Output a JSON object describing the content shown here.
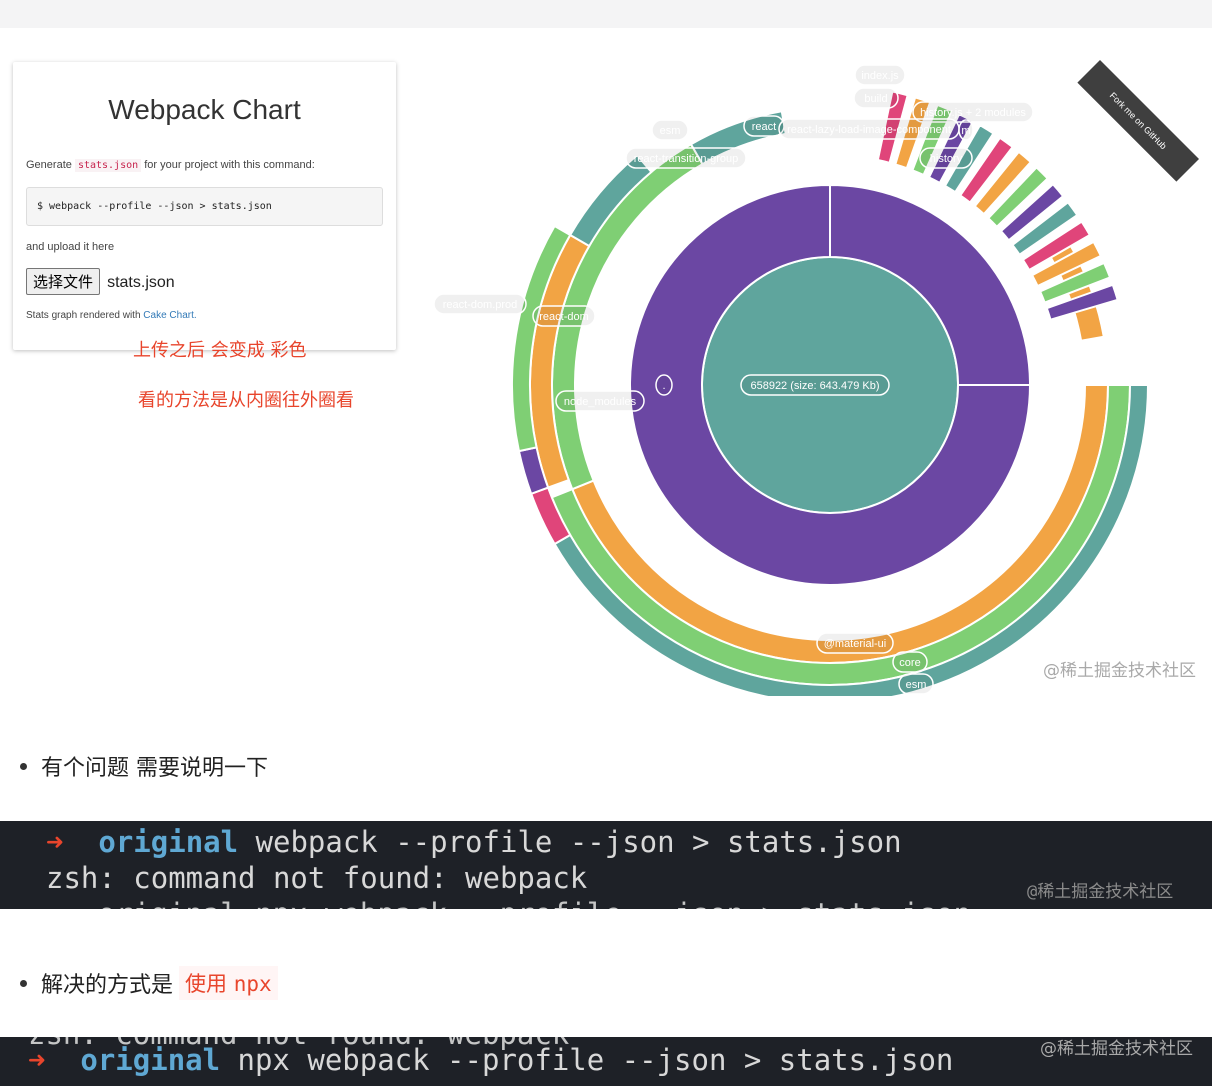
{
  "card": {
    "title": "Webpack Chart",
    "generate_prefix": "Generate",
    "generate_file": "stats.json",
    "generate_suffix": "for your project with this command:",
    "command": "$ webpack --profile --json > stats.json",
    "upload_text": "and upload it here",
    "file_button": "选择文件",
    "file_name": "stats.json",
    "rendered_prefix": "Stats graph rendered with",
    "rendered_link": "Cake Chart."
  },
  "annotations": {
    "line1": "上传之后 会变成 彩色",
    "line2": "看的方法是从内圈往外圈看"
  },
  "ribbon": "Fork me on GitHub",
  "chart": {
    "center_label": "658922 (size: 643.479 Kb)",
    "labels": [
      "index.js",
      "build",
      "history.js + 2 modules",
      "esm",
      "react",
      "react-lazy-load-image-component",
      "m",
      "react-transition-group",
      "history",
      "react-dom.prod",
      "react-dom",
      "node_modules",
      ".",
      "@material-ui",
      "core",
      "esm"
    ],
    "colors": {
      "teal": "#5fa59d",
      "purple": "#6b47a3",
      "pink": "#e0457a",
      "orange": "#f2a444",
      "green": "#7fcf74"
    }
  },
  "watermark": "@稀土掘金技术社区",
  "bullets": {
    "b1": "有个问题 需要说明一下",
    "b2_text": "解决的方式是",
    "b2_tag_text": "使用",
    "b2_tag_code": "npx"
  },
  "term1": {
    "arrow": "➜",
    "dir": "original",
    "cmd": "webpack --profile --json > stats.json",
    "line2": "zsh: command not found: webpack",
    "partial": "original npx webpack --profile --json > stats.json"
  },
  "term2": {
    "partial": "zsh: command not found: webpack",
    "arrow": "➜",
    "dir": "original",
    "cmd": "npx webpack --profile --json > stats.json"
  }
}
